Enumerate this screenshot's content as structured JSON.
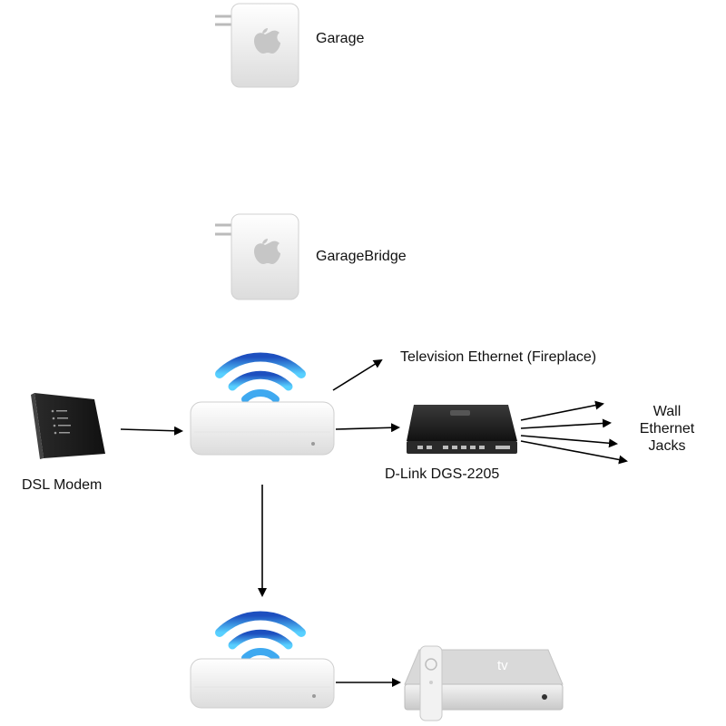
{
  "nodes": {
    "garage": {
      "label": "Garage"
    },
    "garage_bridge": {
      "label": "GarageBridge"
    },
    "dsl_modem": {
      "label": "DSL Modem"
    },
    "base_station": {
      "label": ""
    },
    "switch": {
      "label": "D-Link DGS-2205"
    },
    "television": {
      "label": "Television Ethernet (Fireplace)"
    },
    "wall_jacks": {
      "line1": "Wall",
      "line2": "Ethernet",
      "line3": "Jacks"
    },
    "second_base_station": {
      "label": ""
    },
    "apple_tv": {
      "label": "tv"
    }
  },
  "colors": {
    "wifi_dark": "#1f5fc8",
    "wifi_light": "#4fc3ff",
    "device_white": "#f3f3f3",
    "arrow": "#000000"
  }
}
